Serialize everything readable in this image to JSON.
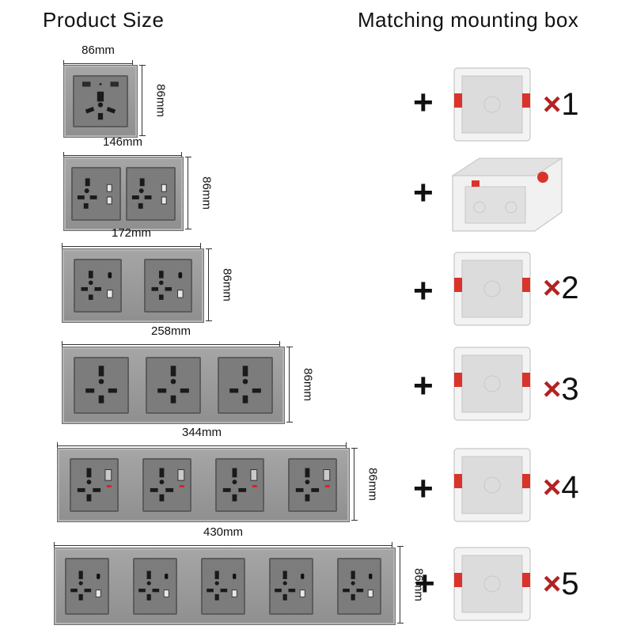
{
  "headings": {
    "left": "Product Size",
    "right": "Matching mounting box"
  },
  "colors": {
    "panel": "#979797",
    "accent_red": "#c0392b",
    "box": "#f2f2f2"
  },
  "products": [
    {
      "width_label": "86mm",
      "height_label": "86mm",
      "modules": 1,
      "box_multiplier": "1"
    },
    {
      "width_label": "146mm",
      "height_label": "86mm",
      "modules": 2,
      "box_multiplier": ""
    },
    {
      "width_label": "172mm",
      "height_label": "86mm",
      "modules": 2,
      "box_multiplier": "2"
    },
    {
      "width_label": "258mm",
      "height_label": "86mm",
      "modules": 3,
      "box_multiplier": "3"
    },
    {
      "width_label": "344mm",
      "height_label": "86mm",
      "modules": 4,
      "box_multiplier": "4"
    },
    {
      "width_label": "430mm",
      "height_label": "86mm",
      "modules": 5,
      "box_multiplier": "5"
    }
  ],
  "symbols": {
    "plus": "+",
    "times": "×"
  }
}
